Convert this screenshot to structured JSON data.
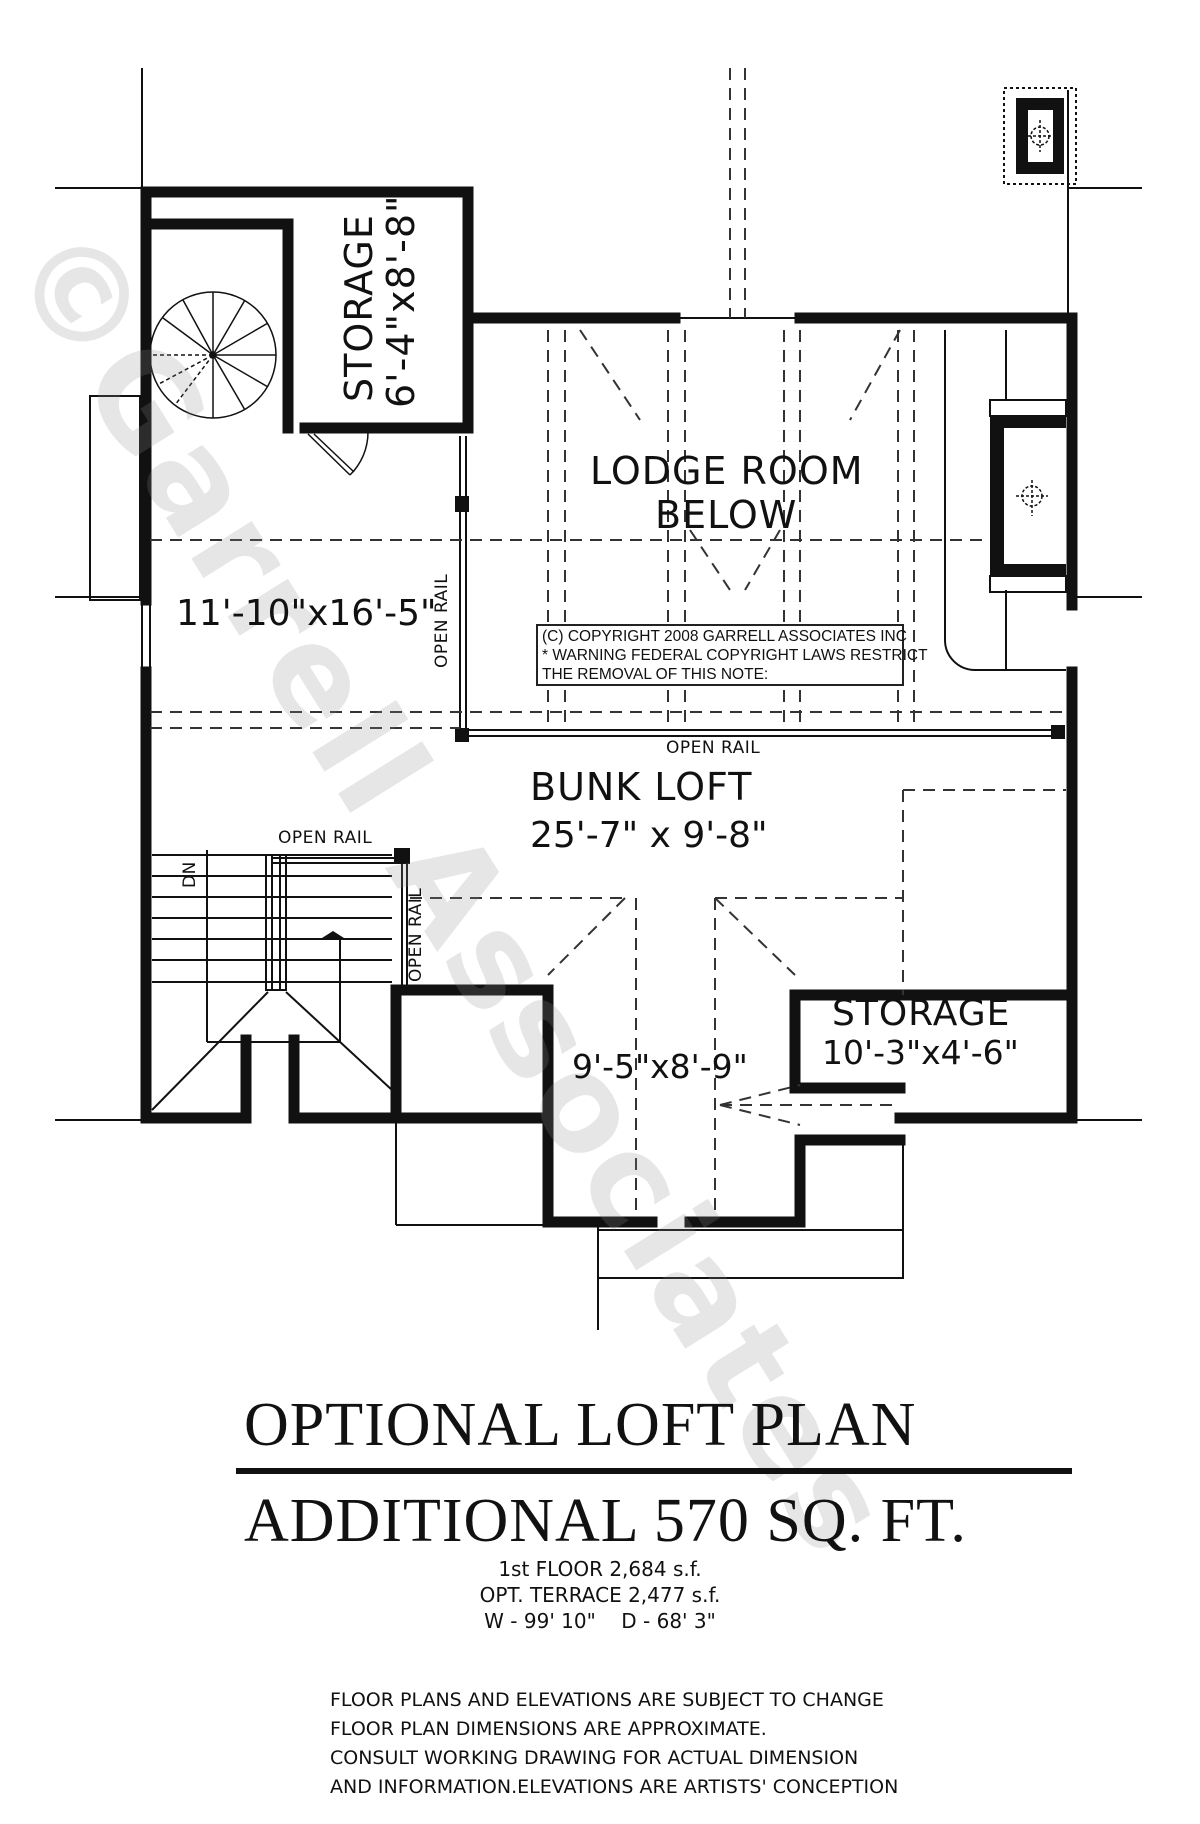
{
  "watermark": "©Garrell Associates",
  "rooms": {
    "storage_top": {
      "name": "STORAGE",
      "dims": "6'-4\"x8'-8\""
    },
    "left_room": {
      "dims": "11'-10\"x16'-5\""
    },
    "lodge_room": {
      "line1": "LODGE ROOM",
      "line2": "BELOW"
    },
    "bunk_loft": {
      "name": "BUNK LOFT",
      "dims": "25'-7\" x 9'-8\""
    },
    "center_room": {
      "dims": "9'-5\"x8'-9\""
    },
    "storage_right": {
      "name": "STORAGE",
      "dims": "10'-3\"x4'-6\""
    }
  },
  "annotations": {
    "open_rail_vertical_upper": "OPEN RAIL",
    "open_rail_horizontal_mid": "OPEN RAIL",
    "open_rail_stair_top": "OPEN RAIL",
    "open_rail_stair_side": "OPEN RAIL",
    "stair_direction": "DN"
  },
  "copyright_note": {
    "line1": "(C) COPYRIGHT 2008 GARRELL ASSOCIATES INC",
    "line2": "* WARNING FEDERAL COPYRIGHT LAWS RESTRICT",
    "line3": "THE REMOVAL OF THIS NOTE:"
  },
  "title": {
    "main": "OPTIONAL LOFT PLAN",
    "sub": "ADDITIONAL 570 SQ. FT."
  },
  "stats": {
    "first_floor": "1st FLOOR  2,684 s.f.",
    "terrace": "OPT. TERRACE  2,477 s.f.",
    "dimensions": "W - 99' 10\"    D - 68' 3\""
  },
  "disclaimer": [
    "FLOOR PLANS AND ELEVATIONS ARE SUBJECT TO CHANGE",
    "FLOOR PLAN DIMENSIONS ARE APPROXIMATE.",
    "CONSULT WORKING DRAWING FOR ACTUAL DIMENSION",
    "AND INFORMATION.ELEVATIONS ARE ARTISTS' CONCEPTION"
  ],
  "icons": {
    "spiral_stair": "spiral-staircase-symbol",
    "chimney_top": "chimney-flue-symbol",
    "fireplace_right": "fireplace-flue-symbol",
    "stair_arrow": "up-arrow"
  }
}
